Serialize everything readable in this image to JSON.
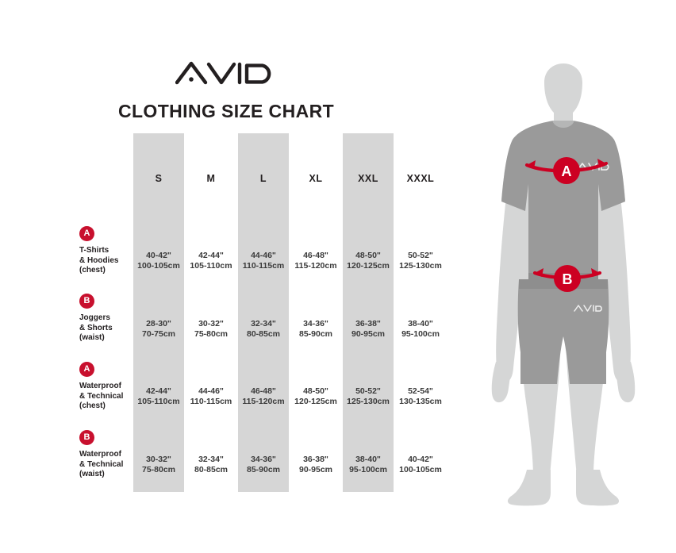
{
  "brand": {
    "logo_text": "AVID",
    "logo_name": "avid-logo"
  },
  "header": {
    "title": "CLOTHING SIZE CHART"
  },
  "table": {
    "columns": [
      "S",
      "M",
      "L",
      "XL",
      "XXL",
      "XXXL"
    ],
    "shaded_columns": [
      0,
      2,
      4
    ],
    "rows": [
      {
        "badge": "A",
        "label": "T-Shirts\n& Hoodies\n(chest)",
        "values": [
          "40-42\"\n100-105cm",
          "42-44\"\n105-110cm",
          "44-46\"\n110-115cm",
          "46-48\"\n115-120cm",
          "48-50\"\n120-125cm",
          "50-52\"\n125-130cm"
        ]
      },
      {
        "badge": "B",
        "label": "Joggers\n& Shorts\n(waist)",
        "values": [
          "28-30\"\n70-75cm",
          "30-32\"\n75-80cm",
          "32-34\"\n80-85cm",
          "34-36\"\n85-90cm",
          "36-38\"\n90-95cm",
          "38-40\"\n95-100cm"
        ]
      },
      {
        "badge": "A",
        "label": "Waterproof\n& Technical\n(chest)",
        "values": [
          "42-44\"\n105-110cm",
          "44-46\"\n110-115cm",
          "46-48\"\n115-120cm",
          "48-50\"\n120-125cm",
          "50-52\"\n125-130cm",
          "52-54\"\n130-135cm"
        ]
      },
      {
        "badge": "B",
        "label": "Waterproof\n& Technical\n(waist)",
        "values": [
          "30-32\"\n75-80cm",
          "32-34\"\n80-85cm",
          "34-36\"\n85-90cm",
          "36-38\"\n90-95cm",
          "38-40\"\n95-100cm",
          "40-42\"\n100-105cm"
        ]
      }
    ]
  },
  "figure": {
    "chest_marker": "A",
    "waist_marker": "B",
    "shirt_logo": "AVID",
    "shorts_logo": "AVID"
  },
  "colors": {
    "badge_red": "#c8102e",
    "arrow_red": "#cc0022",
    "band_gray": "#d6d6d6",
    "skin_gray": "#d5d6d6",
    "garment_gray": "#9a9a9a",
    "text_dark": "#231f20",
    "background": "#ffffff"
  }
}
